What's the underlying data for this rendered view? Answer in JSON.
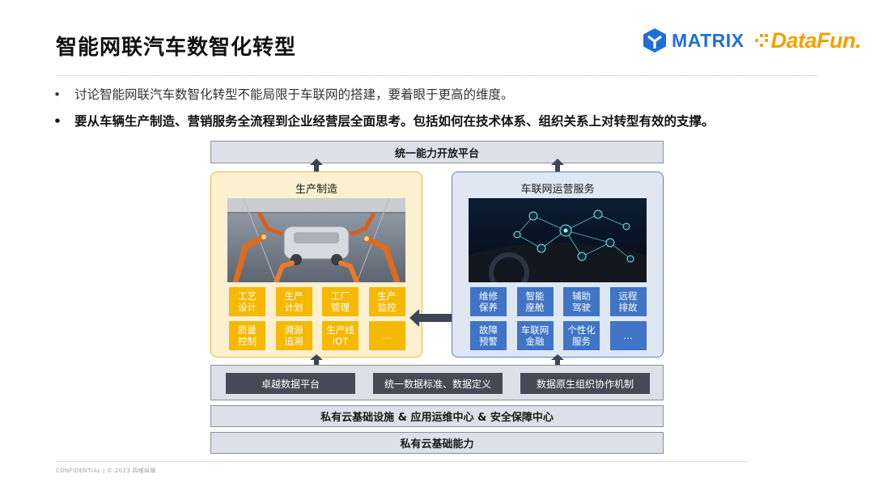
{
  "header": {
    "title": "智能网联汽车数智化转型",
    "logo_matrix": "MATRIX",
    "logo_datafun": "DataFun."
  },
  "bullets": [
    "讨论智能网联汽车数智化转型不能局限于车联网的搭建，要着眼于更高的维度。",
    "要从车辆生产制造、营销服务全流程到企业经营层全面思考。包括如何在技术体系、组织关系上对转型有效的支撑。"
  ],
  "bullet_marker": "•",
  "diagram": {
    "top_bar": "统一能力开放平台",
    "left_panel": {
      "title": "生产制造",
      "image": "factory-robot-assembly-photo",
      "cells": [
        "工艺\n设计",
        "生产\n计划",
        "工厂\n管理",
        "生产\n监控",
        "质量\n控制",
        "溯源\n追溯",
        "生产线\nIOT",
        "…"
      ]
    },
    "right_panel": {
      "title": "车联网运营服务",
      "image": "connected-car-dashboard-photo",
      "cells": [
        "维修\n保养",
        "智能\n座舱",
        "辅助\n驾驶",
        "远程\n排故",
        "故障\n预警",
        "车联网\n金融",
        "个性化\n服务",
        "…"
      ]
    },
    "data_boxes": [
      "卓越数据平台",
      "统一数据标准、数据定义",
      "数据原生组织协作机制"
    ],
    "infra_bar": "私有云基础设施 & 应用运维中心 & 安全保障中心",
    "base_bar": "私有云基础能力"
  },
  "footer": "CONFIDENTIAL | © 2023 四维纵横",
  "colors": {
    "yellow_cell": "#f6b800",
    "blue_cell": "#3f74c6",
    "left_panel_bg": "#fdf0d0",
    "right_panel_bg": "#dfe7f3",
    "bar_bg": "#dde1e7",
    "dark_box": "#444b56",
    "arrow": "#3d4655"
  }
}
